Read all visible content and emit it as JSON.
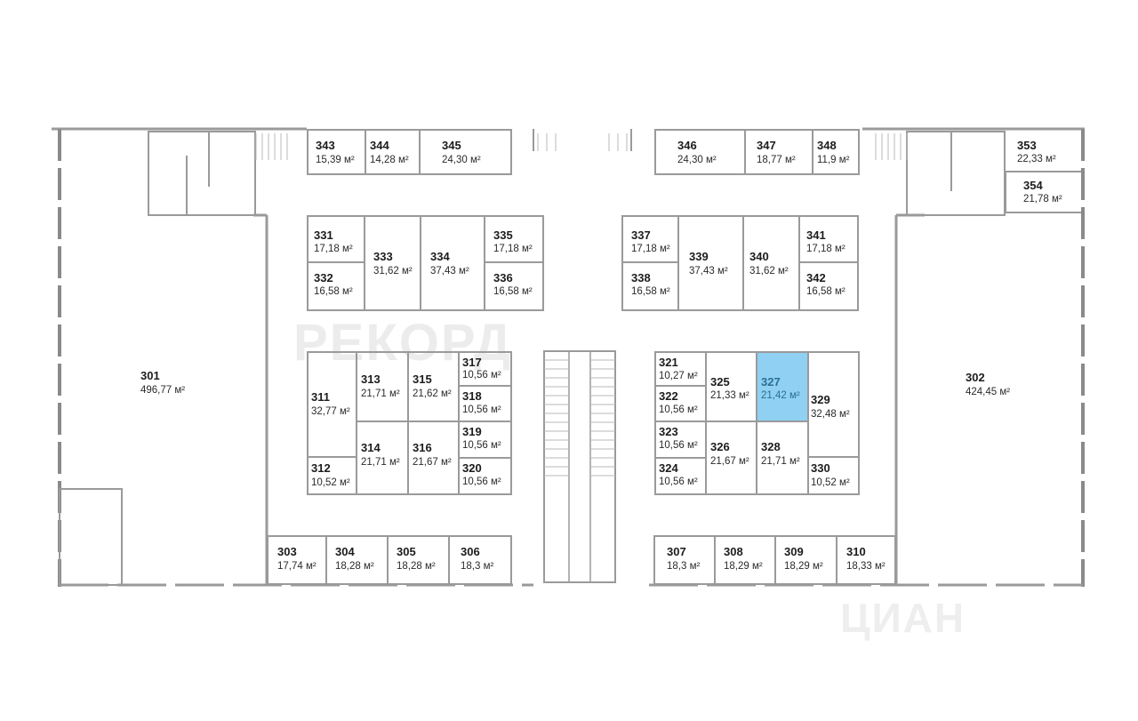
{
  "watermarks": {
    "brand": "РЕКОРД",
    "site": "ЦИАН"
  },
  "colors": {
    "wall": "#9a9a9a",
    "dashed": "#8a8a8a",
    "selected": "#8fd0f3",
    "text": "#1c1c1c"
  },
  "selected_room": "327",
  "rooms": {
    "r301": {
      "num": "301",
      "area": "496,77 м²"
    },
    "r302": {
      "num": "302",
      "area": "424,45 м²"
    },
    "r303": {
      "num": "303",
      "area": "17,74 м²"
    },
    "r304": {
      "num": "304",
      "area": "18,28 м²"
    },
    "r305": {
      "num": "305",
      "area": "18,28 м²"
    },
    "r306": {
      "num": "306",
      "area": "18,3 м²"
    },
    "r307": {
      "num": "307",
      "area": "18,3 м²"
    },
    "r308": {
      "num": "308",
      "area": "18,29 м²"
    },
    "r309": {
      "num": "309",
      "area": "18,29 м²"
    },
    "r310": {
      "num": "310",
      "area": "18,33 м²"
    },
    "r311": {
      "num": "311",
      "area": "32,77 м²"
    },
    "r312": {
      "num": "312",
      "area": "10,52 м²"
    },
    "r313": {
      "num": "313",
      "area": "21,71 м²"
    },
    "r314": {
      "num": "314",
      "area": "21,71 м²"
    },
    "r315": {
      "num": "315",
      "area": "21,62 м²"
    },
    "r316": {
      "num": "316",
      "area": "21,67 м²"
    },
    "r317": {
      "num": "317",
      "area": "10,56 м²"
    },
    "r318": {
      "num": "318",
      "area": "10,56 м²"
    },
    "r319": {
      "num": "319",
      "area": "10,56 м²"
    },
    "r320": {
      "num": "320",
      "area": "10,56 м²"
    },
    "r321": {
      "num": "321",
      "area": "10,27 м²"
    },
    "r322": {
      "num": "322",
      "area": "10,56 м²"
    },
    "r323": {
      "num": "323",
      "area": "10,56 м²"
    },
    "r324": {
      "num": "324",
      "area": "10,56 м²"
    },
    "r325": {
      "num": "325",
      "area": "21,33 м²"
    },
    "r326": {
      "num": "326",
      "area": "21,67 м²"
    },
    "r327": {
      "num": "327",
      "area": "21,42 м²"
    },
    "r328": {
      "num": "328",
      "area": "21,71 м²"
    },
    "r329": {
      "num": "329",
      "area": "32,48 м²"
    },
    "r330": {
      "num": "330",
      "area": "10,52 м²"
    },
    "r331": {
      "num": "331",
      "area": "17,18 м²"
    },
    "r332": {
      "num": "332",
      "area": "16,58 м²"
    },
    "r333": {
      "num": "333",
      "area": "31,62 м²"
    },
    "r334": {
      "num": "334",
      "area": "37,43 м²"
    },
    "r335": {
      "num": "335",
      "area": "17,18 м²"
    },
    "r336": {
      "num": "336",
      "area": "16,58 м²"
    },
    "r337": {
      "num": "337",
      "area": "17,18 м²"
    },
    "r338": {
      "num": "338",
      "area": "16,58 м²"
    },
    "r339": {
      "num": "339",
      "area": "37,43 м²"
    },
    "r340": {
      "num": "340",
      "area": "31,62 м²"
    },
    "r341": {
      "num": "341",
      "area": "17,18 м²"
    },
    "r342": {
      "num": "342",
      "area": "16,58 м²"
    },
    "r343": {
      "num": "343",
      "area": "15,39 м²"
    },
    "r344": {
      "num": "344",
      "area": "14,28 м²"
    },
    "r345": {
      "num": "345",
      "area": "24,30 м²"
    },
    "r346": {
      "num": "346",
      "area": "24,30 м²"
    },
    "r347": {
      "num": "347",
      "area": "18,77 м²"
    },
    "r348": {
      "num": "348",
      "area": "11,9 м²"
    },
    "r353": {
      "num": "353",
      "area": "22,33 м²"
    },
    "r354": {
      "num": "354",
      "area": "21,78 м²"
    }
  }
}
